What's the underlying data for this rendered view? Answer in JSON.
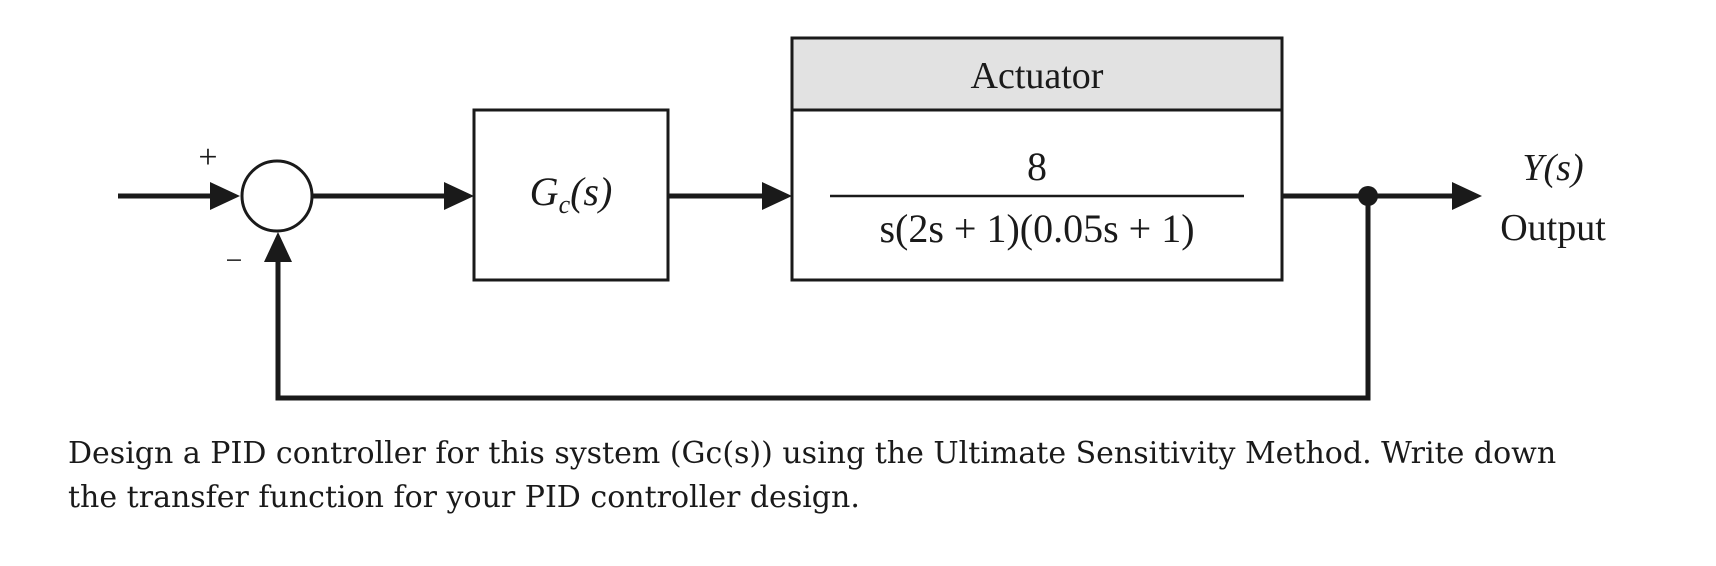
{
  "diagram": {
    "input_plus_sign": "+",
    "input_minus_sign": "−",
    "controller_label": "G",
    "controller_subscript": "c",
    "controller_argument": "(s)",
    "actuator_title": "Actuator",
    "actuator_numerator": "8",
    "actuator_denominator": "s(2s + 1)(0.05s + 1)",
    "output_symbol": "Y(s)",
    "output_label": "Output"
  },
  "question": {
    "line1": "Design a PID controller for this system (Gc(s)) using the Ultimate Sensitivity Method. Write down",
    "line2": "the transfer function for your PID controller design."
  },
  "colors": {
    "ink": "#1a1a1a",
    "actuator_header_fill": "#e2e2e2",
    "background": "#ffffff"
  }
}
